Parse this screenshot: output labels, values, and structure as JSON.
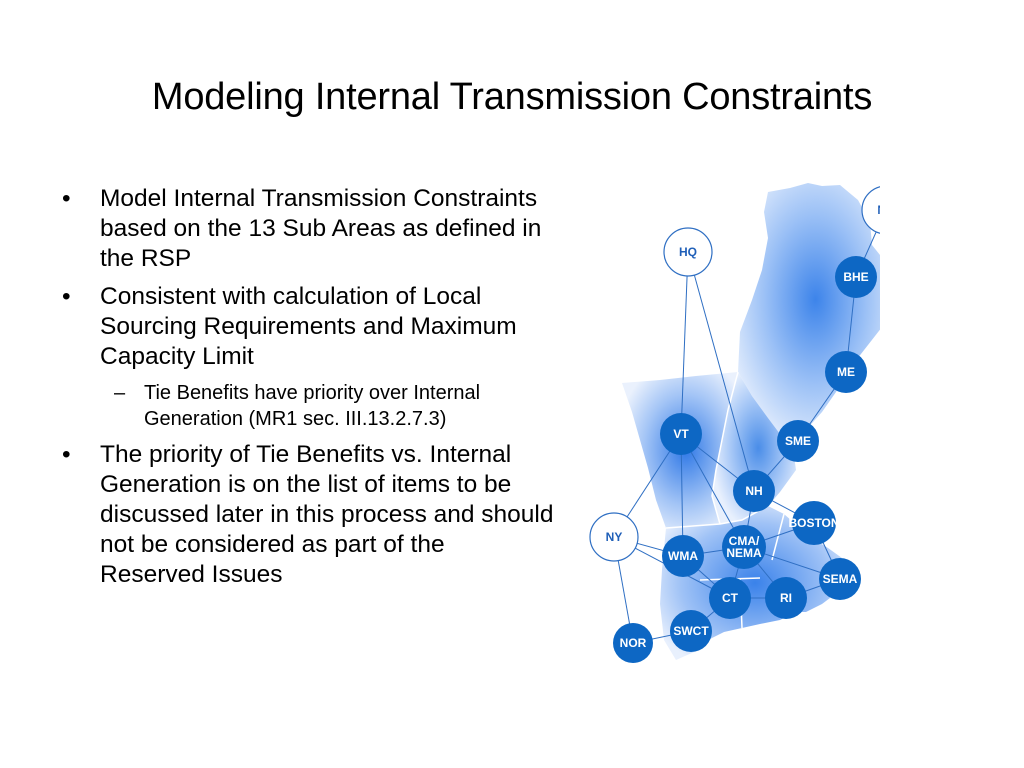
{
  "slide": {
    "title": "Modeling Internal Transmission Constraints"
  },
  "bullets": [
    {
      "marker": "•",
      "text": "Model Internal Transmission Constraints based on the 13 Sub Areas as defined in the RSP"
    },
    {
      "marker": "•",
      "text": "Consistent with calculation of Local Sourcing Requirements and Maximum Capacity Limit",
      "sub": [
        {
          "marker": "–",
          "text": "Tie Benefits have priority over Internal Generation (MR1 sec. III.13.2.7.3)"
        }
      ]
    },
    {
      "marker": "•",
      "text": "The priority of Tie Benefits vs. Internal Generation is on the list of items to be discussed later in this process and should not be considered as part of the Reserved Issues"
    }
  ],
  "map": {
    "colors": {
      "internal_node": "#0d67c4",
      "external_node_outline": "#2f6fc3",
      "edge": "#2f6fc3",
      "region_fill": "#4a8de8"
    },
    "nodes": [
      {
        "id": "NB",
        "label": "NB",
        "type": "external"
      },
      {
        "id": "HQ",
        "label": "HQ",
        "type": "external"
      },
      {
        "id": "BHE",
        "label": "BHE",
        "type": "internal"
      },
      {
        "id": "ME",
        "label": "ME",
        "type": "internal"
      },
      {
        "id": "SME",
        "label": "SME",
        "type": "internal"
      },
      {
        "id": "VT",
        "label": "VT",
        "type": "internal"
      },
      {
        "id": "NH",
        "label": "NH",
        "type": "internal"
      },
      {
        "id": "BOSTON",
        "label": "BOSTON",
        "type": "internal"
      },
      {
        "id": "NY",
        "label": "NY",
        "type": "external"
      },
      {
        "id": "CMANEMA",
        "label_lines": [
          "CMA/",
          "NEMA"
        ],
        "type": "internal"
      },
      {
        "id": "WMA",
        "label": "WMA",
        "type": "internal"
      },
      {
        "id": "SEMA",
        "label": "SEMA",
        "type": "internal"
      },
      {
        "id": "CT",
        "label": "CT",
        "type": "internal"
      },
      {
        "id": "RI",
        "label": "RI",
        "type": "internal"
      },
      {
        "id": "SWCT",
        "label": "SWCT",
        "type": "internal"
      },
      {
        "id": "NOR",
        "label": "NOR",
        "type": "internal"
      }
    ],
    "edges": [
      [
        "NB",
        "BHE"
      ],
      [
        "BHE",
        "ME"
      ],
      [
        "ME",
        "SME"
      ],
      [
        "SME",
        "NH"
      ],
      [
        "HQ",
        "VT"
      ],
      [
        "HQ",
        "NH"
      ],
      [
        "VT",
        "NH"
      ],
      [
        "VT",
        "NY"
      ],
      [
        "VT",
        "WMA"
      ],
      [
        "VT",
        "CMANEMA"
      ],
      [
        "NH",
        "BOSTON"
      ],
      [
        "NH",
        "CMANEMA"
      ],
      [
        "NY",
        "WMA"
      ],
      [
        "NY",
        "CT"
      ],
      [
        "NY",
        "NOR"
      ],
      [
        "WMA",
        "CMANEMA"
      ],
      [
        "WMA",
        "CT"
      ],
      [
        "CMANEMA",
        "BOSTON"
      ],
      [
        "CMANEMA",
        "CT"
      ],
      [
        "CMANEMA",
        "RI"
      ],
      [
        "CMANEMA",
        "SEMA"
      ],
      [
        "BOSTON",
        "SEMA"
      ],
      [
        "SEMA",
        "RI"
      ],
      [
        "CT",
        "RI"
      ],
      [
        "CT",
        "SWCT"
      ],
      [
        "SWCT",
        "NOR"
      ]
    ]
  }
}
